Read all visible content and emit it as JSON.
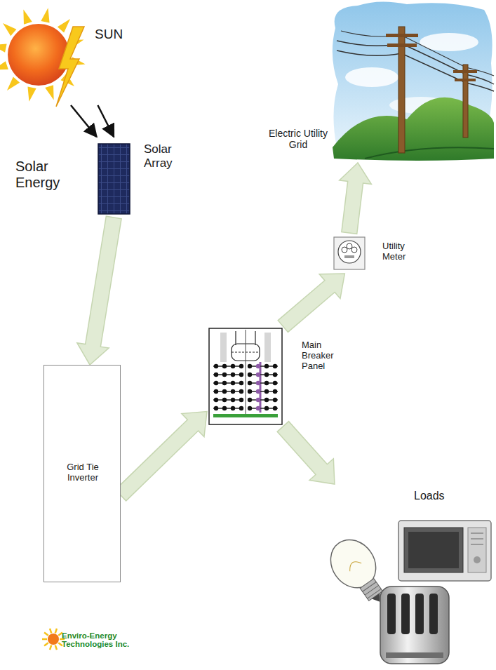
{
  "diagram": {
    "nodes": [
      {
        "text": [
          "SUN"
        ]
      },
      {
        "text": [
          "Solar Array"
        ]
      },
      {
        "text": [
          "Grid Tie Inverter"
        ]
      },
      {
        "text": [
          "Main Breaker Panel"
        ]
      },
      {
        "text": [
          "Utility Meter"
        ]
      },
      {
        "text": [
          "Electric Utility Grid"
        ]
      },
      {
        "text": [
          "Loads"
        ]
      }
    ],
    "edges": [
      {
        "from": 0,
        "to": 1,
        "arrow": "to",
        "label": "Solar Energy"
      },
      {
        "from": 1,
        "to": 2,
        "arrow": "to"
      },
      {
        "from": 2,
        "to": 3,
        "arrow": "to"
      },
      {
        "from": 3,
        "to": 4,
        "arrow": "to"
      },
      {
        "from": 4,
        "to": 5,
        "arrow": "to"
      },
      {
        "from": 3,
        "to": 6,
        "arrow": "to"
      }
    ],
    "labels": [
      "Enviro-Energy Technologies Inc."
    ]
  }
}
